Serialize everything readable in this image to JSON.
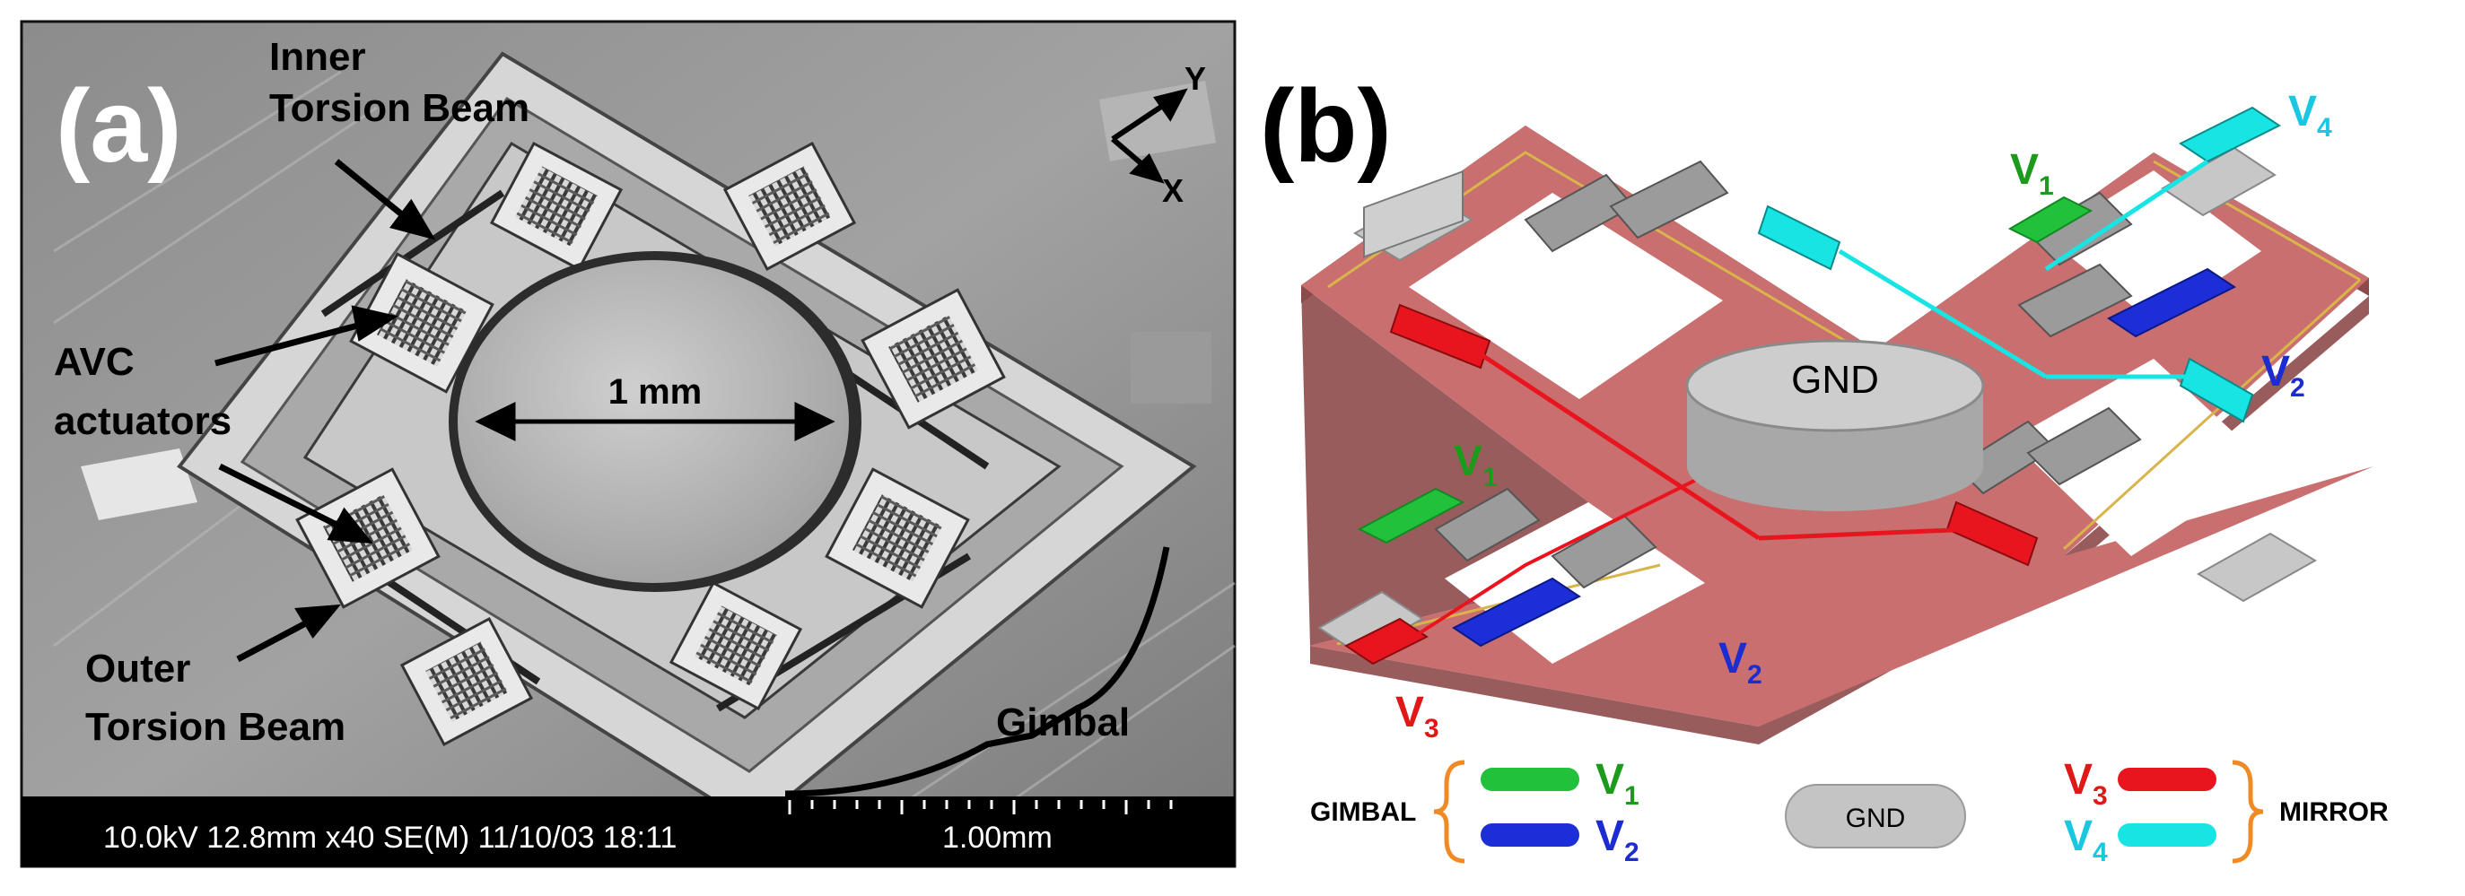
{
  "panel_a": {
    "letter": "(a)",
    "labels": {
      "inner_line1": "Inner",
      "inner_line2": "Torsion Beam",
      "avc_line1": "AVC",
      "avc_line2": "actuators",
      "outer_line1": "Outer",
      "outer_line2": "Torsion Beam",
      "gimbal": "Gimbal",
      "dimension": "1 mm",
      "axis_y": "Y",
      "axis_x": "X"
    },
    "sem_bar": {
      "info": "10.0kV 12.8mm x40 SE(M) 11/10/03 18:11",
      "scale": "1.00mm"
    }
  },
  "panel_b": {
    "letter": "(b)",
    "gnd": "GND",
    "labels": {
      "v1_top": {
        "main": "V",
        "sub": "1"
      },
      "v4_top": {
        "main": "V",
        "sub": "4"
      },
      "v2_right": {
        "main": "V",
        "sub": "2"
      },
      "v1_left": {
        "main": "V",
        "sub": "1"
      },
      "v2_bottom": {
        "main": "V",
        "sub": "2"
      },
      "v3_left": {
        "main": "V",
        "sub": "3"
      }
    },
    "legend": {
      "gimbal": "GIMBAL",
      "mirror": "MIRROR",
      "gnd": "GND",
      "v1": {
        "main": "V",
        "sub": "1"
      },
      "v2": {
        "main": "V",
        "sub": "2"
      },
      "v3": {
        "main": "V",
        "sub": "3"
      },
      "v4": {
        "main": "V",
        "sub": "4"
      }
    },
    "colors": {
      "green": "#22c13c",
      "blue": "#1b2ed8",
      "red": "#e8151e",
      "cyan": "#19e4e4",
      "frame": "#c96f70",
      "label_green": "#1c9a1c",
      "label_blue": "#1c2cd0",
      "label_red": "#e01818",
      "label_cyan": "#18c8e0",
      "orange": "#f08a24"
    }
  }
}
